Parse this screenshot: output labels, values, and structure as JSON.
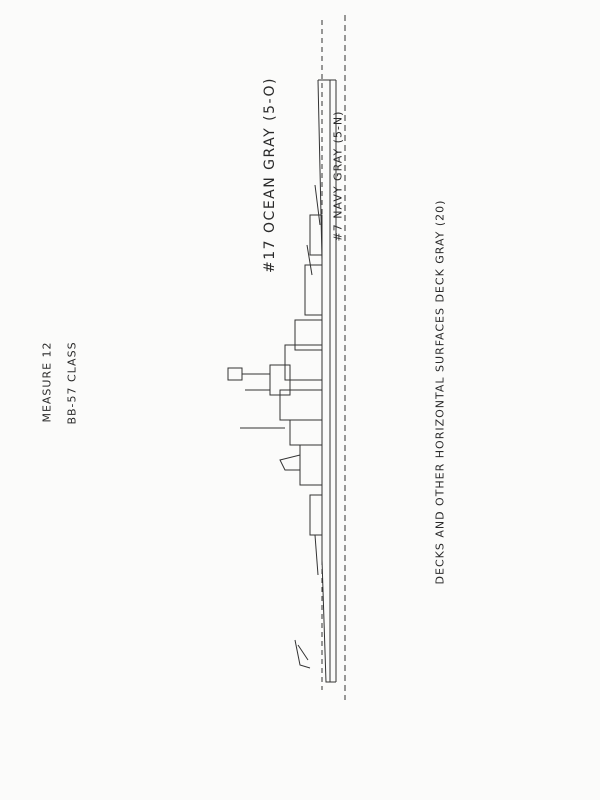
{
  "title": {
    "measure": "MEASURE 12",
    "class": "BB-57 CLASS"
  },
  "labels": {
    "ocean_gray": "#17 OCEAN GRAY (5-O)",
    "navy_gray": "#7 NAVY GRAY (5-N)",
    "decks": "DECKS AND OTHER HORIZONTAL SURFACES DECK GRAY (20)"
  }
}
